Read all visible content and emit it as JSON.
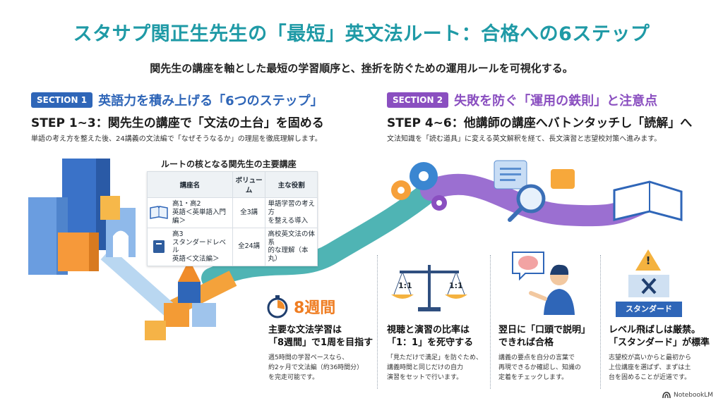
{
  "header": {
    "title": "スタサプ関正生先生の「最短」英文法ルート：合格への6ステップ",
    "subtitle": "関先生の講座を軸とした最短の学習順序と、挫折を防ぐための運用ルールを可視化する。"
  },
  "section1": {
    "badge": "SECTION 1",
    "title": "英語力を積み上げる「6つのステップ」",
    "step_title": "STEP 1~3：関先生の講座で「文法の土台」を固める",
    "step_desc": "単語の考え方を整えた後、24講義の文法編で「なぜそうなるか」の理屈を徹底理解します。",
    "table": {
      "title": "ルートの核となる関先生の主要講座",
      "headers": [
        "講座名",
        "ボリューム",
        "主な役割"
      ],
      "rows": [
        {
          "name": [
            "高1・高2",
            "英語＜英単語入門編＞"
          ],
          "volume": "全3講",
          "role": [
            "単語学習の考え方",
            "を整える導入"
          ]
        },
        {
          "name": [
            "高3",
            "スタンダードレベル",
            "英語＜文法編＞"
          ],
          "volume": "全24講",
          "role": [
            "高校英文法の体系",
            "的な理解（本丸）"
          ]
        }
      ]
    }
  },
  "section2": {
    "badge": "SECTION 2",
    "title": "失敗を防ぐ「運用の鉄則」と注意点",
    "step_title": "STEP 4~6：他講師の講座へバトンタッチし「読解」へ",
    "step_desc": "文法知識を「読む道具」に変える英文解釈を経て、長文演習と志望校対策へ進みます。"
  },
  "weeks_badge": "8週間",
  "scale_labels": [
    "1:1",
    "1:1"
  ],
  "standard_label": "スタンダード",
  "warning_mark": "!",
  "cards": [
    {
      "head": [
        "主要な文法学習は",
        "「8週間」で1周を目指す"
      ],
      "body": [
        "週5時間の学習ペースなら、",
        "約2ヶ月で文法編（約36時間分）",
        "を完走可能です。"
      ]
    },
    {
      "head": [
        "視聴と演習の比率は",
        "「1：1」を死守する"
      ],
      "body": [
        "「見ただけで満足」を防ぐため、",
        "講義時間と同じだけの自力",
        "演習をセットで行います。"
      ]
    },
    {
      "head": [
        "翌日に「口頭で説明」",
        "できれば合格"
      ],
      "body": [
        "講義の要点を自分の言葉で",
        "再現できるか確認し、知識の",
        "定着をチェックします。"
      ]
    },
    {
      "head": [
        "レベル飛ばしは厳禁。",
        "「スタンダード」が標準"
      ],
      "body": [
        "志望校が高いからと最初から",
        "上位講座を選ばず、まずは土",
        "台を固めることが近道です。"
      ]
    }
  ],
  "footer": {
    "brand": "NotebookLM"
  },
  "colors": {
    "teal": "#1f9aa6",
    "blue": "#2f66b8",
    "purple": "#8a4fc0",
    "orange": "#ef7d22"
  }
}
